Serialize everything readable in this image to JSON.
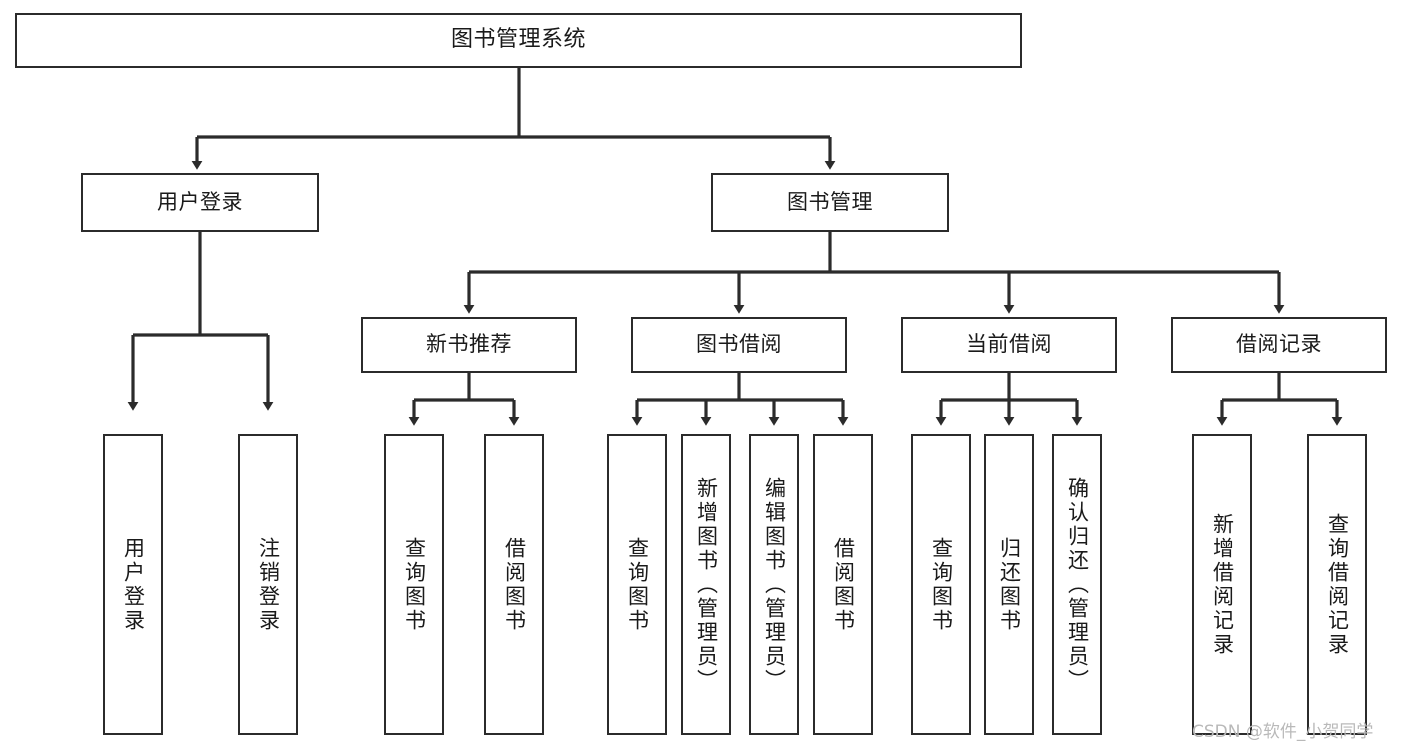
{
  "diagram": {
    "type": "tree",
    "title": "图书管理系统",
    "watermark": "CSDN @软件_小贺同学",
    "colors": {
      "stroke": "#2b2b2b",
      "fill": "#ffffff",
      "text": "#1a1a1a",
      "watermark": "#b9b9b9"
    },
    "root": {
      "label": "图书管理系统"
    },
    "level2": [
      {
        "label": "用户登录"
      },
      {
        "label": "图书管理"
      }
    ],
    "level3": [
      {
        "label": "新书推荐"
      },
      {
        "label": "图书借阅"
      },
      {
        "label": "当前借阅"
      },
      {
        "label": "借阅记录"
      }
    ],
    "leaves": {
      "user_login": [
        {
          "label": "用户登录"
        },
        {
          "label": "注销登录"
        }
      ],
      "new_book": [
        {
          "label": "查询图书"
        },
        {
          "label": "借阅图书"
        }
      ],
      "borrow_book": [
        {
          "label": "查询图书"
        },
        {
          "label": "新增图书（管理员）"
        },
        {
          "label": "编辑图书（管理员）"
        },
        {
          "label": "借阅图书"
        }
      ],
      "current_borrow": [
        {
          "label": "查询图书"
        },
        {
          "label": "归还图书"
        },
        {
          "label": "确认归还（管理员）"
        }
      ],
      "borrow_record": [
        {
          "label": "新增借阅记录"
        },
        {
          "label": "查询借阅记录"
        }
      ]
    }
  }
}
